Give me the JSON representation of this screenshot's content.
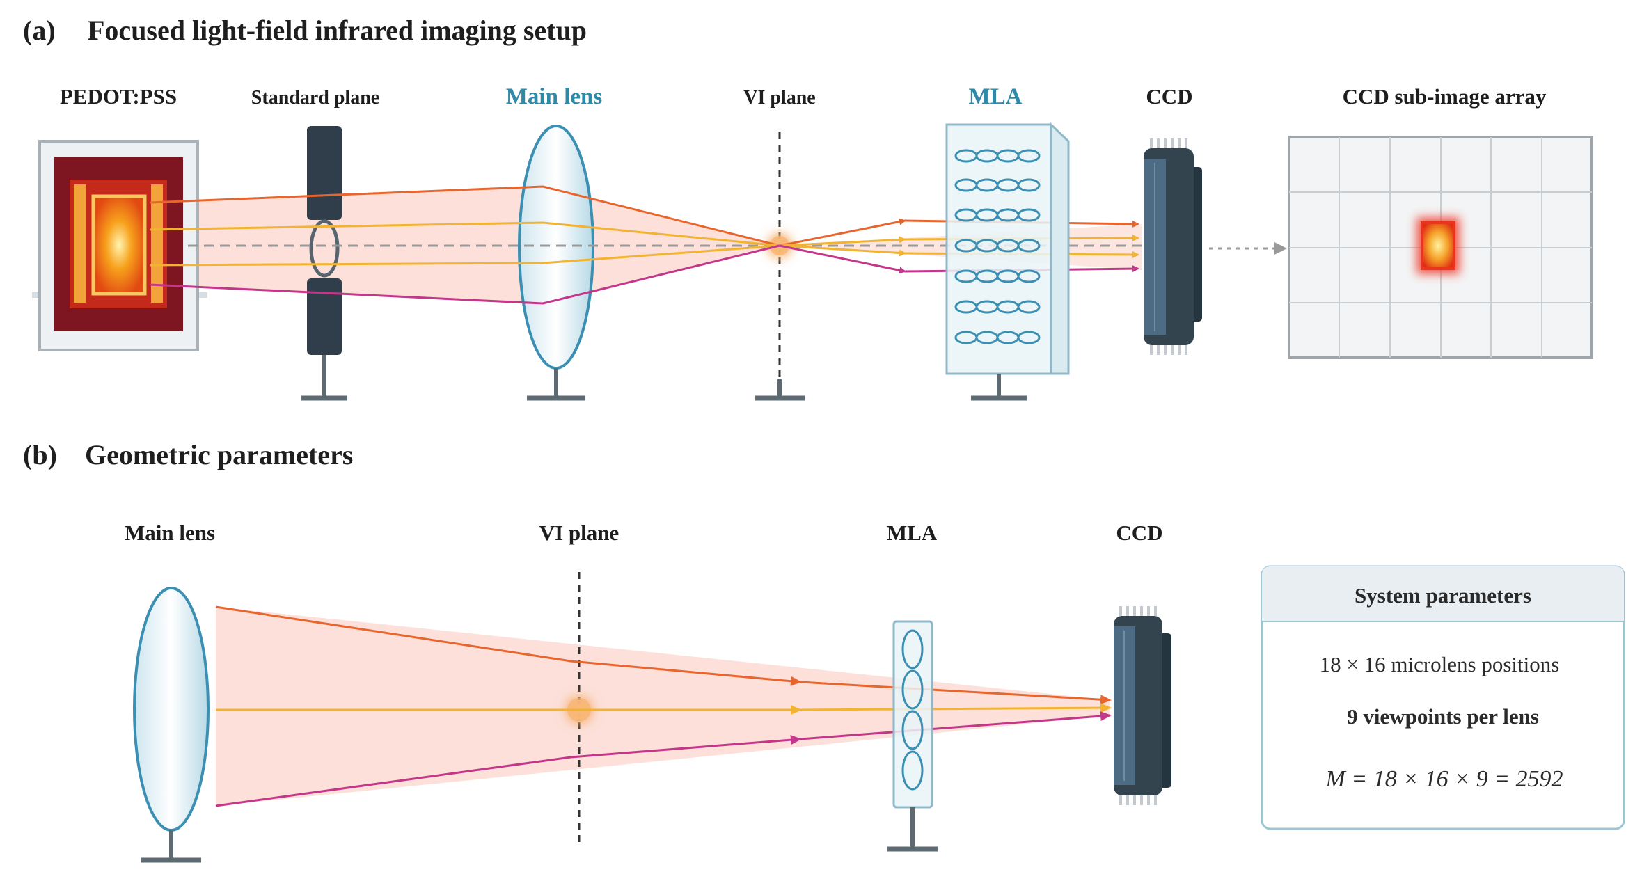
{
  "panel_a": {
    "tag": "(a)",
    "title": "Focused light-field infrared imaging setup",
    "labels": {
      "sample": "PEDOT:PSS",
      "standard_plane": "Standard plane",
      "main_lens": "Main lens",
      "vi_plane": "VI plane",
      "mla": "MLA",
      "ccd": "CCD",
      "subimage": "CCD sub-image array"
    }
  },
  "panel_b": {
    "tag": "(b)",
    "title": "Geometric parameters",
    "labels": {
      "main_lens": "Main lens",
      "vi_plane": "VI plane",
      "mla": "MLA",
      "ccd": "CCD"
    },
    "params": {
      "title": "System parameters",
      "line1": "18 × 16 microlens positions",
      "line2": "9 viewpoints per lens",
      "line3": "M = 18 × 16 × 9 = 2592"
    }
  },
  "colors": {
    "ray_orange": "#e8662e",
    "ray_yellow": "#f2b332",
    "ray_magenta": "#c4368a",
    "beam_fill": "#fbd6cc",
    "lens_blue": "#3b8fb3",
    "accent_label": "#2e8aa8",
    "dark_element": "#2f3e4a"
  }
}
